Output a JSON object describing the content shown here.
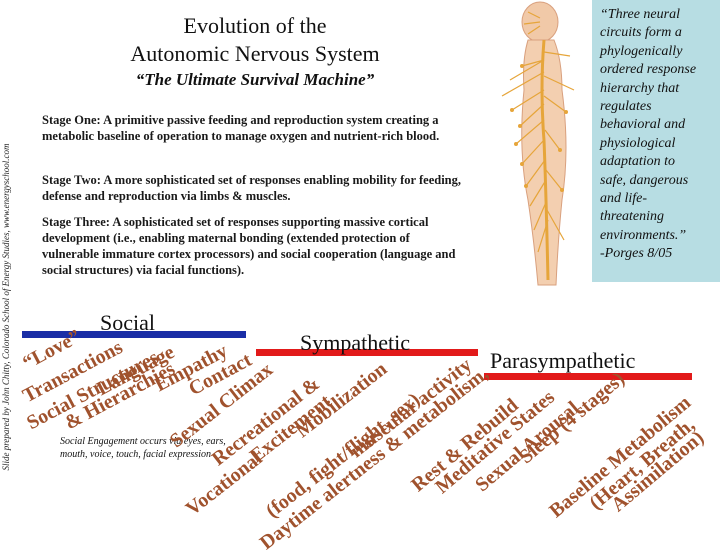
{
  "side_credit": "Slide prepared by John Chitty, Colorado School of Energy Studies, www.energyschool.com",
  "title_line1": "Evolution of the",
  "title_line2": "Autonomic Nervous System",
  "subtitle": "“The Ultimate Survival Machine”",
  "stages": [
    "Stage One: A primitive passive feeding and reproduction system creating a metabolic baseline of operation to manage oxygen and nutrient-rich blood.",
    "Stage Two: A more sophisticated set of responses enabling mobility for feeding, defense and reproduction via limbs & muscles.",
    "Stage Three: A sophisticated set of responses supporting massive cortical development (i.e., enabling maternal bonding (extended protection of vulnerable immature cortex processors) and social cooperation (language and social structures) via facial functions)."
  ],
  "quote_lines": [
    "“Three neural",
    "circuits form a",
    "phylogenically",
    "ordered response",
    "hierarchy that",
    "regulates",
    "behavioral and",
    "physiological",
    "adaptation to",
    "safe, dangerous",
    "and life-",
    "threatening",
    "environments.”",
    "-Porges 8/05"
  ],
  "headings": {
    "social": "Social",
    "sympathetic": "Sympathetic",
    "parasympathetic": "Parasympathetic"
  },
  "social_words": [
    "“Love”",
    "Transactions",
    "Social Structures",
    "& Hierarchies",
    "Language",
    "Empathy",
    "Contact"
  ],
  "social_note": "Social Engagement occurs via eyes, ears, mouth, voice, touch, facial expression",
  "sympathetic_words": [
    "Sexual Climax",
    "Recreational &",
    "Excitement",
    "Vocational",
    "Mobilization",
    "(food, fight/flight, sex)",
    "Daytime alertness & metabolism,",
    "muscular activity"
  ],
  "parasympathetic_words": [
    "Rest & Rebuild",
    "Meditative States",
    "Sexual Arousal",
    "Sleep (4 stages)",
    "Baseline Metabolism",
    "(Heart, Breath,",
    "Assimilation)"
  ],
  "colors": {
    "social_bar": "#1a2ea6",
    "sympathetic_bar": "#e21a1a",
    "parasympathetic_bar": "#e21a1a",
    "arc_text": "#a0522d",
    "quote_bg": "#b7dde3"
  }
}
